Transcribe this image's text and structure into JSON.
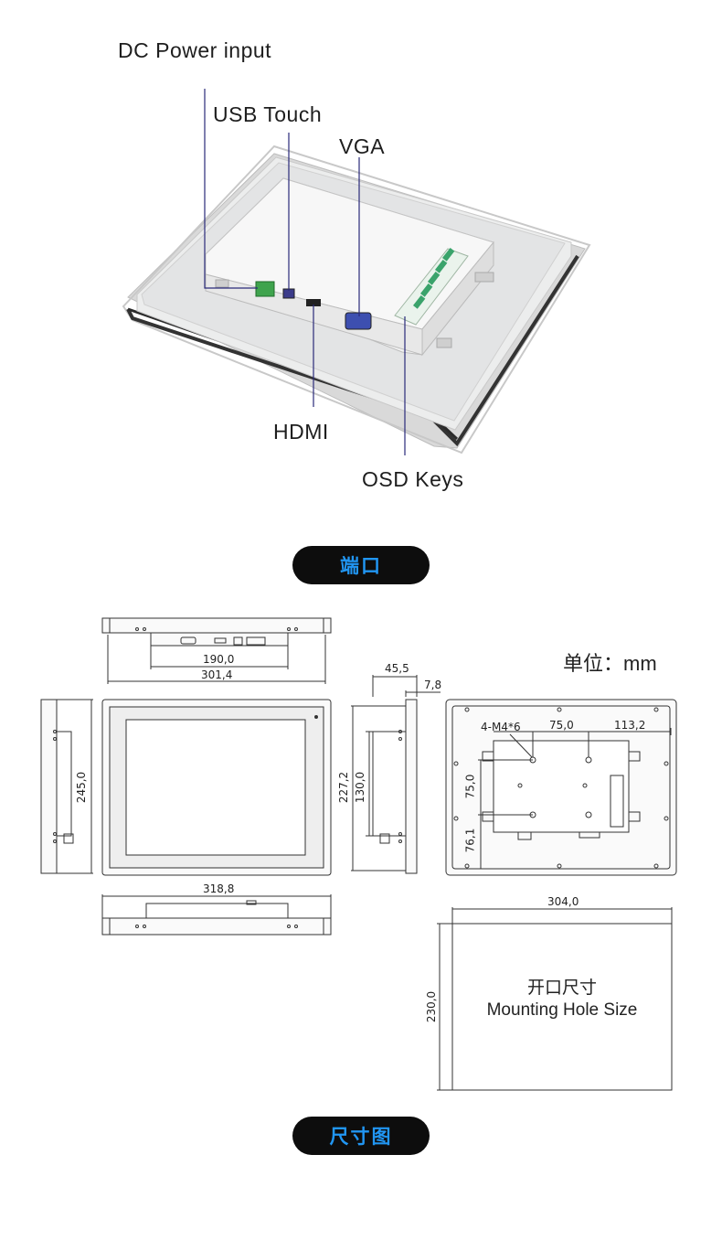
{
  "ports": {
    "dc_power": "DC Power input",
    "usb_touch": "USB Touch",
    "vga": "VGA",
    "hdmi": "HDMI",
    "osd_keys": "OSD Keys"
  },
  "section_titles": {
    "ports": "端口",
    "dimensions": "尺寸图"
  },
  "unit_label": "单位：mm",
  "dimensions": {
    "top_inner_width": "190,0",
    "top_outer_width": "301,4",
    "side_depth": "45,5",
    "side_depth_small": "7,8",
    "front_height": "245,0",
    "side_height": "227,2",
    "side_inner_height": "130,0",
    "bottom_width": "318,8",
    "back_holes": "4-M4*6",
    "back_hole_spacing_x": "75,0",
    "back_offset_right": "113,2",
    "back_hole_spacing_y": "75,0",
    "back_offset_bottom": "76,1",
    "cutout_width": "304,0",
    "cutout_height": "230,0"
  },
  "cutout": {
    "title_cn": "开口尺寸",
    "title_en": "Mounting Hole Size"
  },
  "colors": {
    "pill_bg": "#0d0d0d",
    "pill_text": "#2196f3",
    "callout_line": "#2a2a7a"
  }
}
